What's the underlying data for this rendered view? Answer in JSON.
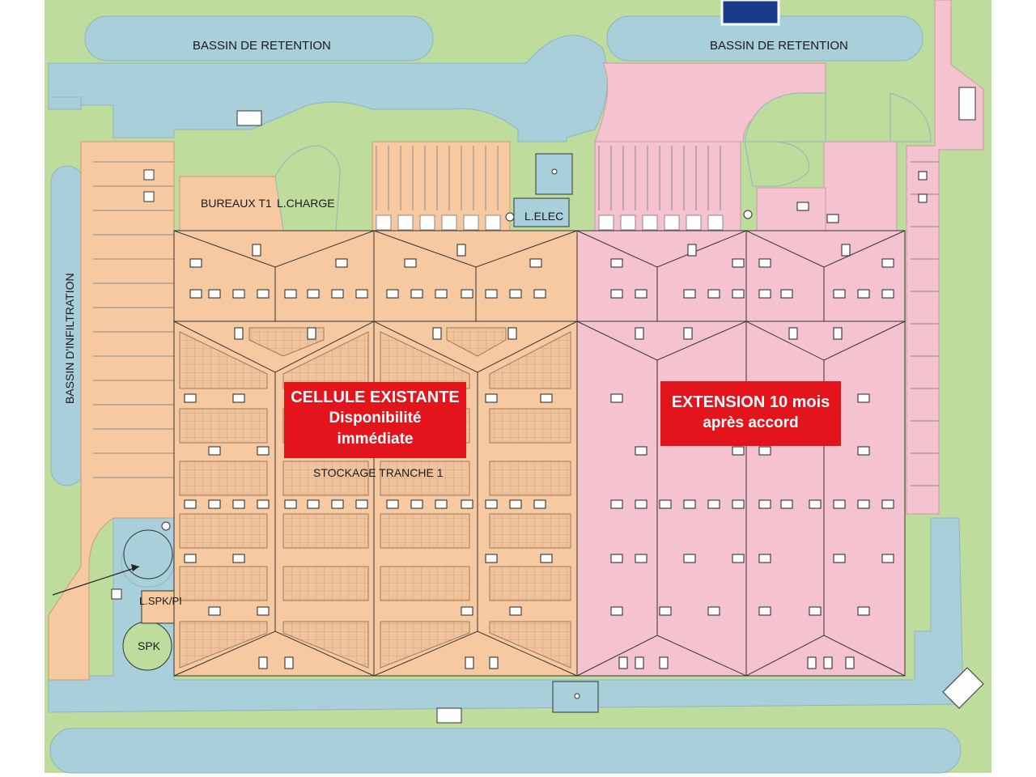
{
  "labels": {
    "bassin_left": "BASSIN DE RETENTION",
    "bassin_right": "BASSIN DE RETENTION",
    "bassin_infiltration": "BASSIN D'INFILTRATION",
    "bureaux": "BUREAUX T1",
    "local_charge": "L.CHARGE",
    "local_elec": "L.ELEC",
    "stockage": "STOCKAGE TRANCHE 1",
    "lspk": "L.SPK/PI",
    "spk": "SPK"
  },
  "callouts": {
    "existing": {
      "line1": "CELLULE EXISTANTE",
      "line2": "Disponibilité",
      "line3": "immédiate",
      "color": "#e3141c"
    },
    "extension": {
      "line1": "EXTENSION 10 mois",
      "line2": "après accord",
      "color": "#e3141c"
    }
  },
  "colors": {
    "green": "#bedd9c",
    "water": "#a9cfdb",
    "existing_zone": "#f7c9a0",
    "extension_zone": "#f5c3cf",
    "roads": "#bfe0e6"
  }
}
